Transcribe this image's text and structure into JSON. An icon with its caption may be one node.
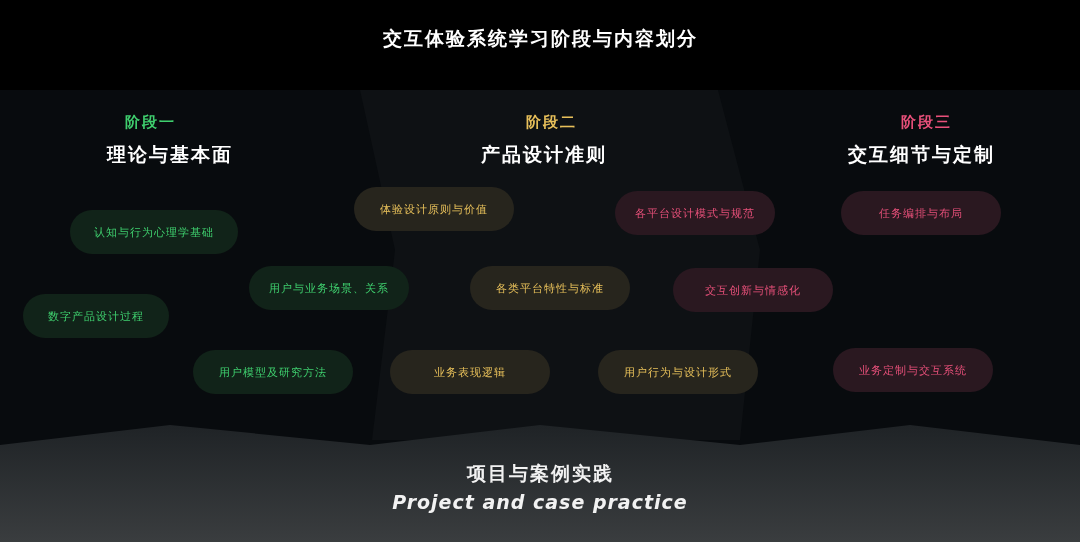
{
  "diagram": {
    "title": "交互体验系统学习阶段与内容划分",
    "nodes": [
      {
        "text": [
          "体验设计原则与价值"
        ]
      },
      {
        "text": [
          "各平台设计模式与规范"
        ]
      },
      {
        "text": [
          "任务编排与布局"
        ]
      },
      {
        "text": [
          "认知与行为心理学基础"
        ]
      },
      {
        "text": [
          "用户与业务场景、关系"
        ]
      },
      {
        "text": [
          "各类平台特性与标准"
        ]
      },
      {
        "text": [
          "交互创新与情感化"
        ]
      },
      {
        "text": [
          "数字产品设计过程"
        ]
      },
      {
        "text": [
          "用户模型及研究方法"
        ]
      },
      {
        "text": [
          "业务表现逻辑"
        ]
      },
      {
        "text": [
          "用户行为与设计形式"
        ]
      },
      {
        "text": [
          "业务定制与交互系统"
        ]
      },
      {
        "text": [
          "项目与案例实践",
          "Project and case practice"
        ]
      }
    ],
    "labels": [
      "阶段一",
      "理论与基本面",
      "阶段二",
      "产品设计准则",
      "阶段三",
      "交互细节与定制"
    ]
  }
}
